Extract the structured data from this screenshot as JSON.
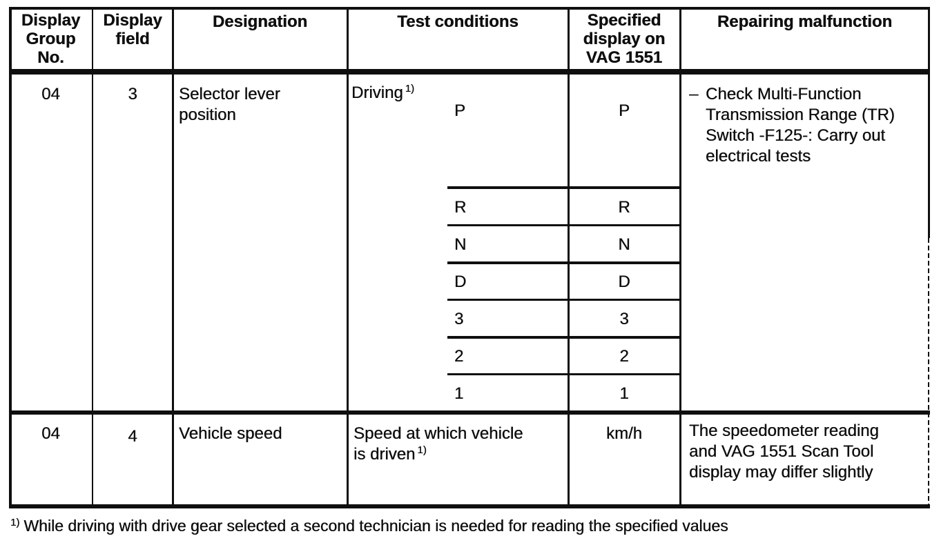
{
  "page": {
    "background": "#ffffff",
    "ink": "#0f0f0f"
  },
  "table": {
    "columns": [
      "Display Group No.",
      "Display field",
      "Designation",
      "Test conditions",
      "Specified display on VAG 1551",
      "Repairing malfunction"
    ]
  },
  "row1": {
    "display_group_no": "04",
    "display_field": "3",
    "designation": "Selector lever position",
    "test_condition": "Driving",
    "footnote_marker": "1)",
    "gear_positions": [
      "P",
      "R",
      "N",
      "D",
      "3",
      "2",
      "1"
    ],
    "specified_displays": [
      "P",
      "R",
      "N",
      "D",
      "3",
      "2",
      "1"
    ],
    "repair_bullet": "–",
    "repair_text": "Check Multi-Function Transmission Range (TR) Switch -F125-:  Carry out electrical tests"
  },
  "row2": {
    "display_group_no": "04",
    "display_field": "4",
    "designation": "Vehicle speed",
    "test_condition": "Speed at which vehicle is driven",
    "footnote_marker": "1)",
    "specified_display": "km/h",
    "repair_text": "The speedometer reading and VAG 1551 Scan Tool display may differ slightly"
  },
  "footnote": {
    "marker": "1)",
    "text": "While driving with drive gear selected a second technician is needed for reading the specified values"
  }
}
